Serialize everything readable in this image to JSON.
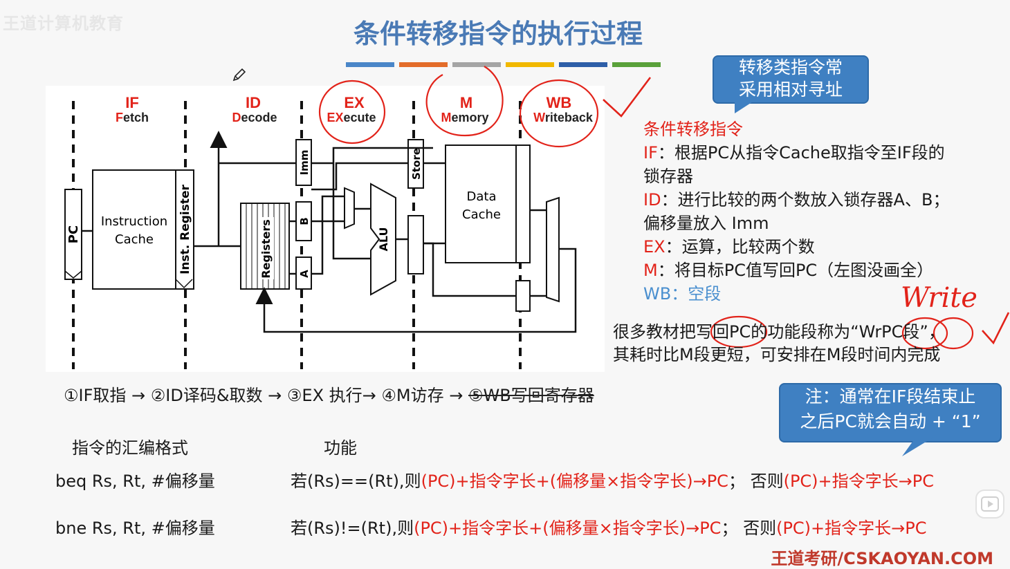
{
  "brand": {
    "text": "王道计算机教育"
  },
  "title": "条件转移指令的执行过程",
  "title_bar_colors": [
    "#4a86c8",
    "#e36c2a",
    "#a5a5a5",
    "#f1b800",
    "#2e5fa8",
    "#5aa13a"
  ],
  "diagram": {
    "stages": [
      {
        "name": "IF",
        "sub": "Fetch",
        "initial": "F",
        "rest": "etch"
      },
      {
        "name": "ID",
        "sub": "Decode",
        "initial": "D",
        "rest": "ecode"
      },
      {
        "name": "EX",
        "sub": "EXecute",
        "initial": "EX",
        "rest": "ecute"
      },
      {
        "name": "M",
        "sub": "Memory",
        "initial": "M",
        "rest": "emory"
      },
      {
        "name": "WB",
        "sub": "Writeback",
        "initial": "W",
        "rest": "riteback"
      }
    ],
    "labels": {
      "pc": "PC",
      "icache": [
        "Instruction",
        "Cache"
      ],
      "ireg": "Inst. Register",
      "registers": "Registers",
      "imm": "Imm",
      "b": "B",
      "a": "A",
      "alu": "ALU",
      "store": "Store",
      "dcache": [
        "Data",
        "Cache"
      ]
    }
  },
  "callout1": {
    "line1": "转移类指令常",
    "line2": "采用相对寻址"
  },
  "right_text": {
    "heading": "条件转移指令",
    "if_label": "IF",
    "if_text": "：根据PC从指令Cache取指令至IF段的",
    "if_text2": "锁存器",
    "id_label": "ID",
    "id_text": "：进行比较的两个数放入锁存器A、B；",
    "id_text2": "偏移量放入 Imm",
    "ex_label": "EX",
    "ex_text": "：运算，比较两个数",
    "m_label": "M",
    "m_text": "：将目标PC值写回PC（左图没画全）",
    "wb_label": "WB",
    "wb_text": "：空段"
  },
  "annotation": "Write",
  "note": {
    "line1": "很多教材把写回PC的功能段称为“WrPC段”，",
    "line2": "其耗时比M段更短，可安排在M段时间内完成"
  },
  "steps": {
    "s1": "①IF取指 → ②ID译码&取数 → ③EX 执行→ ④M访存 → ",
    "s5": "⑤WB写回寄存器"
  },
  "callout2": {
    "line1": "注：通常在IF段结束止",
    "line2": "之后PC就会自动 + “1”"
  },
  "table": {
    "header_format": "指令的汇编格式",
    "header_function": "功能",
    "rows": [
      {
        "format": "beq Rs, Rt, #偏移量",
        "cond": "若(Rs)==(Rt),则",
        "then": "(PC)+指令字长+(偏移量×指令字长)→PC",
        "mid": "；  否则",
        "else": "(PC)+指令字长→PC"
      },
      {
        "format": "bne Rs, Rt, #偏移量",
        "cond": "若(Rs)!=(Rt),则",
        "then": "(PC)+指令字长+(偏移量×指令字长)→PC",
        "mid": "；  否则",
        "else": "(PC)+指令字长→PC"
      }
    ]
  },
  "footer": "王道考研/CSKAOYAN.COM"
}
